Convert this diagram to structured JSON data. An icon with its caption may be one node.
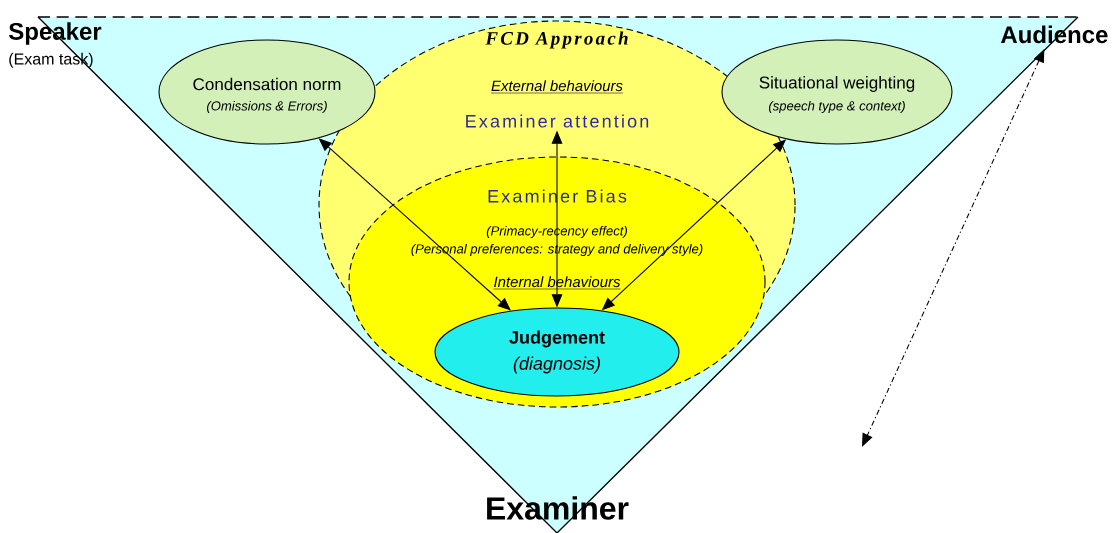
{
  "diagram": {
    "nodes": [
      {
        "text": [
          "Speaker",
          "(Exam task)"
        ]
      },
      {
        "text": [
          "FCD Approach",
          "External behaviours"
        ]
      },
      {
        "text": [
          "Audience"
        ]
      },
      {
        "text": [
          "Condensation norm",
          "(Omissions & Errors)"
        ]
      },
      {
        "text": [
          "Situational weighting",
          "(speech type & context)"
        ]
      },
      {
        "text": [
          "Examiner attention"
        ],
        "in": 1
      },
      {
        "text": [
          "Examiner Bias",
          "(Primacy-recency effect)",
          "(Personal preferences: strategy and delivery style)",
          "Internal behaviours"
        ],
        "in": 1
      },
      {
        "text": [
          "Judgement",
          "(diagnosis)"
        ],
        "in": 6
      },
      {
        "text": [
          "Examiner"
        ]
      }
    ],
    "edges": [
      {
        "from": 7,
        "to": 3,
        "arrow": "both"
      },
      {
        "from": 7,
        "to": 5,
        "arrow": "both"
      },
      {
        "from": 7,
        "to": 4,
        "arrow": "both"
      },
      {
        "from": 2,
        "to": null,
        "arrow": "both",
        "style": "dashed"
      }
    ]
  }
}
